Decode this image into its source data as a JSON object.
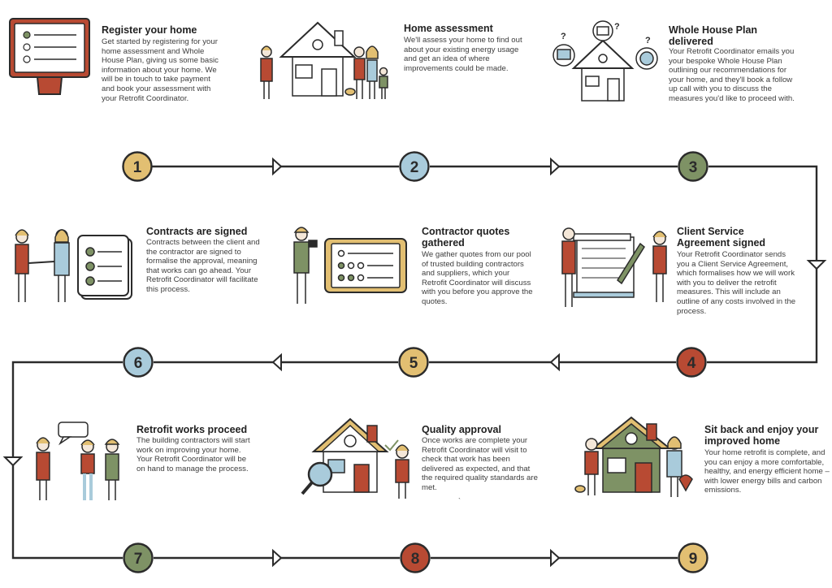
{
  "steps": [
    {
      "num": "1",
      "title": "Register your home",
      "body": "Get started by registering for your home assessment and Whole House Plan, giving us some basic information about your home. We will be in touch to take payment and book your assessment with your Retrofit Coordinator.",
      "circle_color": "#E2BF72"
    },
    {
      "num": "2",
      "title": "Home assessment",
      "body": "We'll assess your home to find out about your existing energy usage and get an idea of where improvements could be made.",
      "circle_color": "#A9CBDB"
    },
    {
      "num": "3",
      "title": "Whole House Plan delivered",
      "body": "Your Retrofit Coordinator emails you your bespoke Whole House Plan outlining our recommendations for your home, and they'll book a follow up call with you to discuss the measures you'd like to proceed with.",
      "circle_color": "#7E9265"
    },
    {
      "num": "4",
      "title": "Client Service Agreement signed",
      "body": "Your Retrofit Coordinator sends you a Client Service Agreement, which formalises how we will work with you to deliver the retrofit measures. This will include an outline of any costs involved in the process.",
      "circle_color": "#B84A33"
    },
    {
      "num": "5",
      "title": "Contractor quotes gathered",
      "body": "We gather quotes from our pool of trusted building contractors and suppliers, which your Retrofit Coordinator will discuss with you before you approve the quotes.",
      "circle_color": "#E2BF72"
    },
    {
      "num": "6",
      "title": "Contracts are signed",
      "body": "Contracts between the client and the contractor are signed to formalise the approval, meaning that works can go ahead. Your Retrofit Coordinator will facilitate this process.",
      "circle_color": "#A9CBDB"
    },
    {
      "num": "7",
      "title": "Retrofit works proceed",
      "body": "The building contractors will start work on improving your home. Your Retrofit Coordinator will be on hand to manage the process.",
      "circle_color": "#7E9265"
    },
    {
      "num": "8",
      "title": "Quality approval",
      "body": "Once works are complete your Retrofit Coordinator will visit to check that work has been delivered as expected, and that the required quality standards are met.",
      "circle_color": "#B84A33"
    },
    {
      "num": "9",
      "title": "Sit back and enjoy your improved home",
      "body": "Your home retrofit is complete, and you can enjoy a more comfortable, healthy, and energy efficient home – with lower energy bills and carbon emissions.",
      "circle_color": "#E2BF72"
    }
  ],
  "question_mark": "?",
  "stray_mark": "`",
  "colors": {
    "line": "#2b2b2b",
    "red": "#B84A33",
    "green": "#7E9265",
    "blue": "#A9CBDB",
    "gold": "#E2BF72",
    "skin": "#F4E7D8"
  }
}
